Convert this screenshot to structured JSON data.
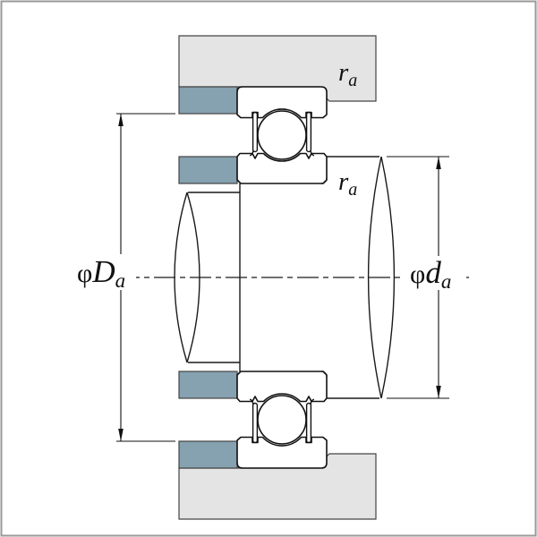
{
  "diagram": {
    "labels": {
      "housing_dia": {
        "phi": "φ",
        "letter": "D",
        "sub": "a"
      },
      "shaft_dia": {
        "phi": "φ",
        "letter": "d",
        "sub": "a"
      },
      "fillet_housing": {
        "letter": "r",
        "sub": "a"
      },
      "fillet_shaft": {
        "letter": "r",
        "sub": "a"
      }
    },
    "colors": {
      "background": "#ffffff",
      "border": "#9a9a9a",
      "housing": "#e4e4e4",
      "shoulder_ring": "#86a1af",
      "line": "#1a1a1a"
    }
  }
}
